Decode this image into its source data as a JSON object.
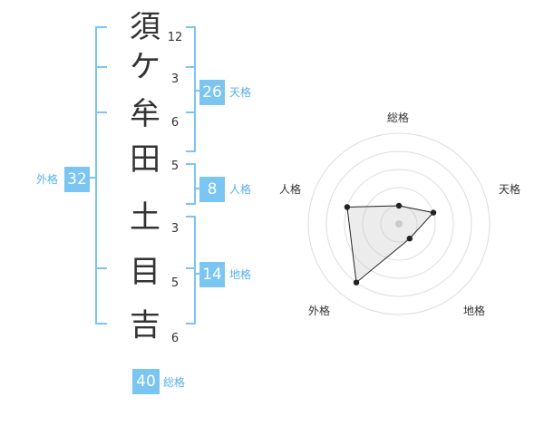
{
  "name_chars": [
    "須",
    "ケ",
    "牟",
    "田",
    "土",
    "目",
    "吉"
  ],
  "strokes": [
    "12",
    "3",
    "6",
    "5",
    "3",
    "5",
    "6"
  ],
  "fortunes": {
    "tenkaku": {
      "label": "天格",
      "value": "26"
    },
    "jinkaku": {
      "label": "人格",
      "value": "8"
    },
    "chikaku": {
      "label": "地格",
      "value": "14"
    },
    "gaikaku": {
      "label": "外格",
      "value": "32"
    },
    "soukaku": {
      "label": "総格",
      "value": "40"
    }
  },
  "radar": {
    "labels": {
      "top": "総格",
      "right": "天格",
      "bottom_right": "地格",
      "bottom_left": "外格",
      "left": "人格"
    },
    "levels": {
      "soukaku": 0.25,
      "tenkaku": 0.5,
      "chikaku": 0.25,
      "gaikaku": 1.0,
      "jinkaku": 0.75
    }
  },
  "colors": {
    "accent": "#7ac5f2",
    "label": "#5ab0e8",
    "text": "#333333"
  }
}
